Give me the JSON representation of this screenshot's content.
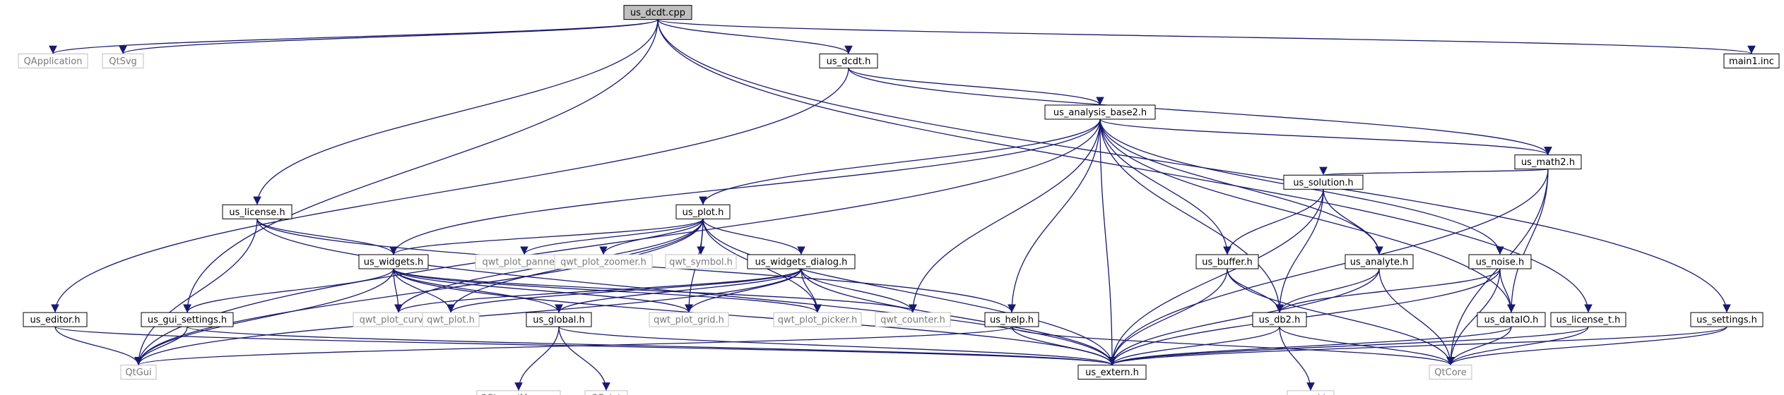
{
  "graph": {
    "colors": {
      "edge": "#191970",
      "node_border": "#000000",
      "root_fill": "#bfbfbf",
      "external_border": "#bfbfbf",
      "external_text": "#7a7a7a"
    },
    "nodes": [
      {
        "id": "us_dcdt_cpp",
        "label": "us_dcdt.cpp",
        "kind": "root"
      },
      {
        "id": "QApplication",
        "label": "QApplication",
        "kind": "external"
      },
      {
        "id": "QtSvg",
        "label": "QtSvg",
        "kind": "external"
      },
      {
        "id": "us_dcdt_h",
        "label": "us_dcdt.h",
        "kind": "local"
      },
      {
        "id": "main1_inc",
        "label": "main1.inc",
        "kind": "local"
      },
      {
        "id": "us_analysis_base2_h",
        "label": "us_analysis_base2.h",
        "kind": "local"
      },
      {
        "id": "us_math2_h",
        "label": "us_math2.h",
        "kind": "local"
      },
      {
        "id": "us_license_h",
        "label": "us_license.h",
        "kind": "local"
      },
      {
        "id": "us_plot_h",
        "label": "us_plot.h",
        "kind": "local"
      },
      {
        "id": "us_solution_h",
        "label": "us_solution.h",
        "kind": "local"
      },
      {
        "id": "us_widgets_h",
        "label": "us_widgets.h",
        "kind": "local"
      },
      {
        "id": "qwt_plot_panner_h",
        "label": "qwt_plot_panner.h",
        "kind": "external"
      },
      {
        "id": "qwt_plot_zoomer_h",
        "label": "qwt_plot_zoomer.h",
        "kind": "external"
      },
      {
        "id": "qwt_symbol_h",
        "label": "qwt_symbol.h",
        "kind": "external"
      },
      {
        "id": "us_widgets_dialog_h",
        "label": "us_widgets_dialog.h",
        "kind": "local"
      },
      {
        "id": "us_buffer_h",
        "label": "us_buffer.h",
        "kind": "local"
      },
      {
        "id": "us_analyte_h",
        "label": "us_analyte.h",
        "kind": "local"
      },
      {
        "id": "us_noise_h",
        "label": "us_noise.h",
        "kind": "local"
      },
      {
        "id": "us_editor_h",
        "label": "us_editor.h",
        "kind": "local"
      },
      {
        "id": "us_gui_settings_h",
        "label": "us_gui_settings.h",
        "kind": "local"
      },
      {
        "id": "qwt_plot_curve_h",
        "label": "qwt_plot_curve.h",
        "kind": "external"
      },
      {
        "id": "qwt_plot_h",
        "label": "qwt_plot.h",
        "kind": "external"
      },
      {
        "id": "us_global_h",
        "label": "us_global.h",
        "kind": "local"
      },
      {
        "id": "qwt_plot_grid_h",
        "label": "qwt_plot_grid.h",
        "kind": "external"
      },
      {
        "id": "qwt_plot_picker_h",
        "label": "qwt_plot_picker.h",
        "kind": "external"
      },
      {
        "id": "qwt_counter_h",
        "label": "qwt_counter.h",
        "kind": "external"
      },
      {
        "id": "us_help_h",
        "label": "us_help.h",
        "kind": "local"
      },
      {
        "id": "us_db2_h",
        "label": "us_db2.h",
        "kind": "local"
      },
      {
        "id": "us_dataIO_h",
        "label": "us_dataIO.h",
        "kind": "local"
      },
      {
        "id": "us_license_t_h",
        "label": "us_license_t.h",
        "kind": "local"
      },
      {
        "id": "us_settings_h",
        "label": "us_settings.h",
        "kind": "local"
      },
      {
        "id": "QtGui",
        "label": "QtGui",
        "kind": "external"
      },
      {
        "id": "us_extern_h",
        "label": "us_extern.h",
        "kind": "local"
      },
      {
        "id": "QtCore",
        "label": "QtCore",
        "kind": "external"
      },
      {
        "id": "QSharedMemory",
        "label": "QSharedMemory",
        "kind": "external"
      },
      {
        "id": "QPoint",
        "label": "QPoint",
        "kind": "external"
      },
      {
        "id": "mysql_h",
        "label": "mysql.h",
        "kind": "external"
      }
    ],
    "edges": [
      [
        "us_dcdt_cpp",
        "QApplication"
      ],
      [
        "us_dcdt_cpp",
        "QtSvg"
      ],
      [
        "us_dcdt_cpp",
        "us_dcdt_h"
      ],
      [
        "us_dcdt_cpp",
        "main1_inc"
      ],
      [
        "us_dcdt_cpp",
        "us_license_h"
      ],
      [
        "us_dcdt_cpp",
        "us_gui_settings_h"
      ],
      [
        "us_dcdt_cpp",
        "us_license_t_h"
      ],
      [
        "us_dcdt_cpp",
        "us_settings_h"
      ],
      [
        "us_dcdt_h",
        "us_analysis_base2_h"
      ],
      [
        "us_dcdt_h",
        "us_math2_h"
      ],
      [
        "us_dcdt_h",
        "us_editor_h"
      ],
      [
        "us_analysis_base2_h",
        "us_math2_h"
      ],
      [
        "us_analysis_base2_h",
        "us_plot_h"
      ],
      [
        "us_analysis_base2_h",
        "us_widgets_h"
      ],
      [
        "us_analysis_base2_h",
        "us_buffer_h"
      ],
      [
        "us_analysis_base2_h",
        "us_analyte_h"
      ],
      [
        "us_analysis_base2_h",
        "us_noise_h"
      ],
      [
        "us_analysis_base2_h",
        "us_db2_h"
      ],
      [
        "us_analysis_base2_h",
        "us_dataIO_h"
      ],
      [
        "us_analysis_base2_h",
        "us_help_h"
      ],
      [
        "us_analysis_base2_h",
        "us_extern_h"
      ],
      [
        "us_analysis_base2_h",
        "qwt_counter_h"
      ],
      [
        "us_analysis_base2_h",
        "QtGui"
      ],
      [
        "us_math2_h",
        "us_solution_h"
      ],
      [
        "us_math2_h",
        "us_dataIO_h"
      ],
      [
        "us_math2_h",
        "us_extern_h"
      ],
      [
        "us_math2_h",
        "QtCore"
      ],
      [
        "us_license_h",
        "us_widgets_h"
      ],
      [
        "us_license_h",
        "us_help_h"
      ],
      [
        "us_license_h",
        "us_extern_h"
      ],
      [
        "us_license_h",
        "QtGui"
      ],
      [
        "us_plot_h",
        "qwt_plot_panner_h"
      ],
      [
        "us_plot_h",
        "qwt_plot_zoomer_h"
      ],
      [
        "us_plot_h",
        "qwt_symbol_h"
      ],
      [
        "us_plot_h",
        "us_widgets_dialog_h"
      ],
      [
        "us_plot_h",
        "us_widgets_h"
      ],
      [
        "us_plot_h",
        "qwt_plot_curve_h"
      ],
      [
        "us_plot_h",
        "qwt_plot_h"
      ],
      [
        "us_plot_h",
        "qwt_plot_grid_h"
      ],
      [
        "us_plot_h",
        "qwt_plot_picker_h"
      ],
      [
        "us_plot_h",
        "us_extern_h"
      ],
      [
        "us_plot_h",
        "QtGui"
      ],
      [
        "us_solution_h",
        "us_buffer_h"
      ],
      [
        "us_solution_h",
        "us_analyte_h"
      ],
      [
        "us_solution_h",
        "us_db2_h"
      ],
      [
        "us_solution_h",
        "us_extern_h"
      ],
      [
        "us_widgets_h",
        "us_gui_settings_h"
      ],
      [
        "us_widgets_h",
        "qwt_plot_curve_h"
      ],
      [
        "us_widgets_h",
        "qwt_plot_h"
      ],
      [
        "us_widgets_h",
        "us_global_h"
      ],
      [
        "us_widgets_h",
        "qwt_plot_grid_h"
      ],
      [
        "us_widgets_h",
        "qwt_plot_picker_h"
      ],
      [
        "us_widgets_h",
        "qwt_counter_h"
      ],
      [
        "us_widgets_h",
        "us_extern_h"
      ],
      [
        "us_widgets_h",
        "QtGui"
      ],
      [
        "us_widgets_dialog_h",
        "qwt_plot_curve_h"
      ],
      [
        "us_widgets_dialog_h",
        "qwt_plot_h"
      ],
      [
        "us_widgets_dialog_h",
        "us_global_h"
      ],
      [
        "us_widgets_dialog_h",
        "qwt_plot_grid_h"
      ],
      [
        "us_widgets_dialog_h",
        "qwt_plot_picker_h"
      ],
      [
        "us_widgets_dialog_h",
        "qwt_counter_h"
      ],
      [
        "us_widgets_dialog_h",
        "us_extern_h"
      ],
      [
        "us_widgets_dialog_h",
        "QtGui"
      ],
      [
        "us_buffer_h",
        "us_db2_h"
      ],
      [
        "us_buffer_h",
        "us_extern_h"
      ],
      [
        "us_buffer_h",
        "QtCore"
      ],
      [
        "us_analyte_h",
        "us_db2_h"
      ],
      [
        "us_analyte_h",
        "us_extern_h"
      ],
      [
        "us_analyte_h",
        "QtCore"
      ],
      [
        "us_noise_h",
        "us_db2_h"
      ],
      [
        "us_noise_h",
        "us_dataIO_h"
      ],
      [
        "us_noise_h",
        "us_extern_h"
      ],
      [
        "us_noise_h",
        "QtCore"
      ],
      [
        "us_editor_h",
        "QtGui"
      ],
      [
        "us_editor_h",
        "us_extern_h"
      ],
      [
        "us_gui_settings_h",
        "QtGui"
      ],
      [
        "us_gui_settings_h",
        "us_extern_h"
      ],
      [
        "us_global_h",
        "QSharedMemory"
      ],
      [
        "us_global_h",
        "QPoint"
      ],
      [
        "us_global_h",
        "us_extern_h"
      ],
      [
        "us_help_h",
        "QtGui"
      ],
      [
        "us_help_h",
        "us_extern_h"
      ],
      [
        "us_help_h",
        "QtCore"
      ],
      [
        "us_db2_h",
        "mysql_h"
      ],
      [
        "us_db2_h",
        "us_extern_h"
      ],
      [
        "us_db2_h",
        "QtCore"
      ],
      [
        "us_dataIO_h",
        "us_extern_h"
      ],
      [
        "us_dataIO_h",
        "QtCore"
      ],
      [
        "us_license_t_h",
        "us_extern_h"
      ],
      [
        "us_license_t_h",
        "QtCore"
      ],
      [
        "us_settings_h",
        "us_extern_h"
      ],
      [
        "us_settings_h",
        "QtCore"
      ]
    ]
  }
}
